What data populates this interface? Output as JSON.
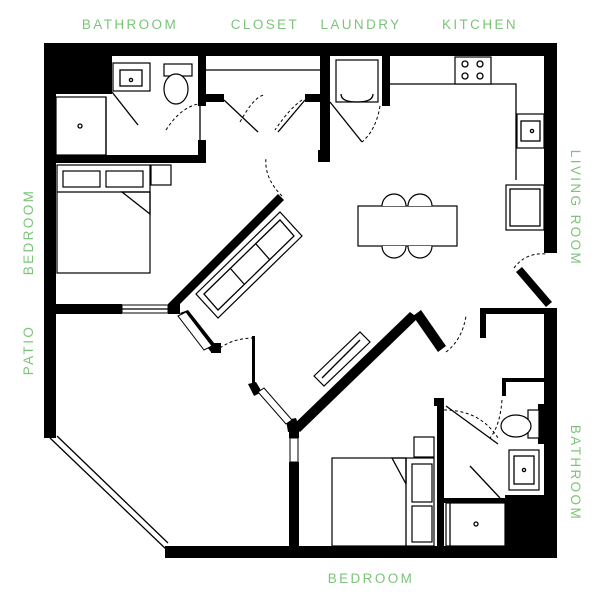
{
  "rooms": {
    "bathroom_top": "BATHROOM",
    "closet": "CLOSET",
    "laundry": "LAUNDRY",
    "kitchen": "KITCHEN",
    "living_room": "LIVING ROOM",
    "bedroom_left": "BEDROOM",
    "patio": "PATIO",
    "bathroom_right": "BATHROOM",
    "bedroom_bottom": "BEDROOM"
  },
  "colors": {
    "label": "#7cc47a",
    "wall": "#000000",
    "background": "#ffffff"
  }
}
